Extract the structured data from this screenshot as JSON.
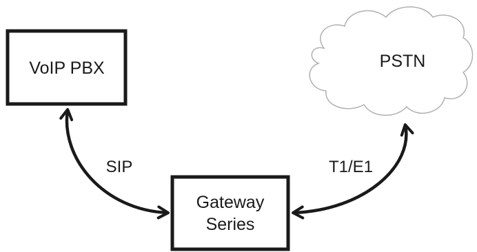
{
  "nodes": {
    "pbx": {
      "label": "VoIP PBX"
    },
    "gateway": {
      "line1": "Gateway",
      "line2": "Series"
    },
    "pstn": {
      "label": "PSTN"
    }
  },
  "links": {
    "pbx_gateway": {
      "label": "SIP"
    },
    "gateway_pstn": {
      "label": "T1/E1"
    }
  },
  "colors": {
    "stroke": "#1a1a1a",
    "cloud_stroke": "#b0b0b0",
    "background": "#ffffff"
  }
}
